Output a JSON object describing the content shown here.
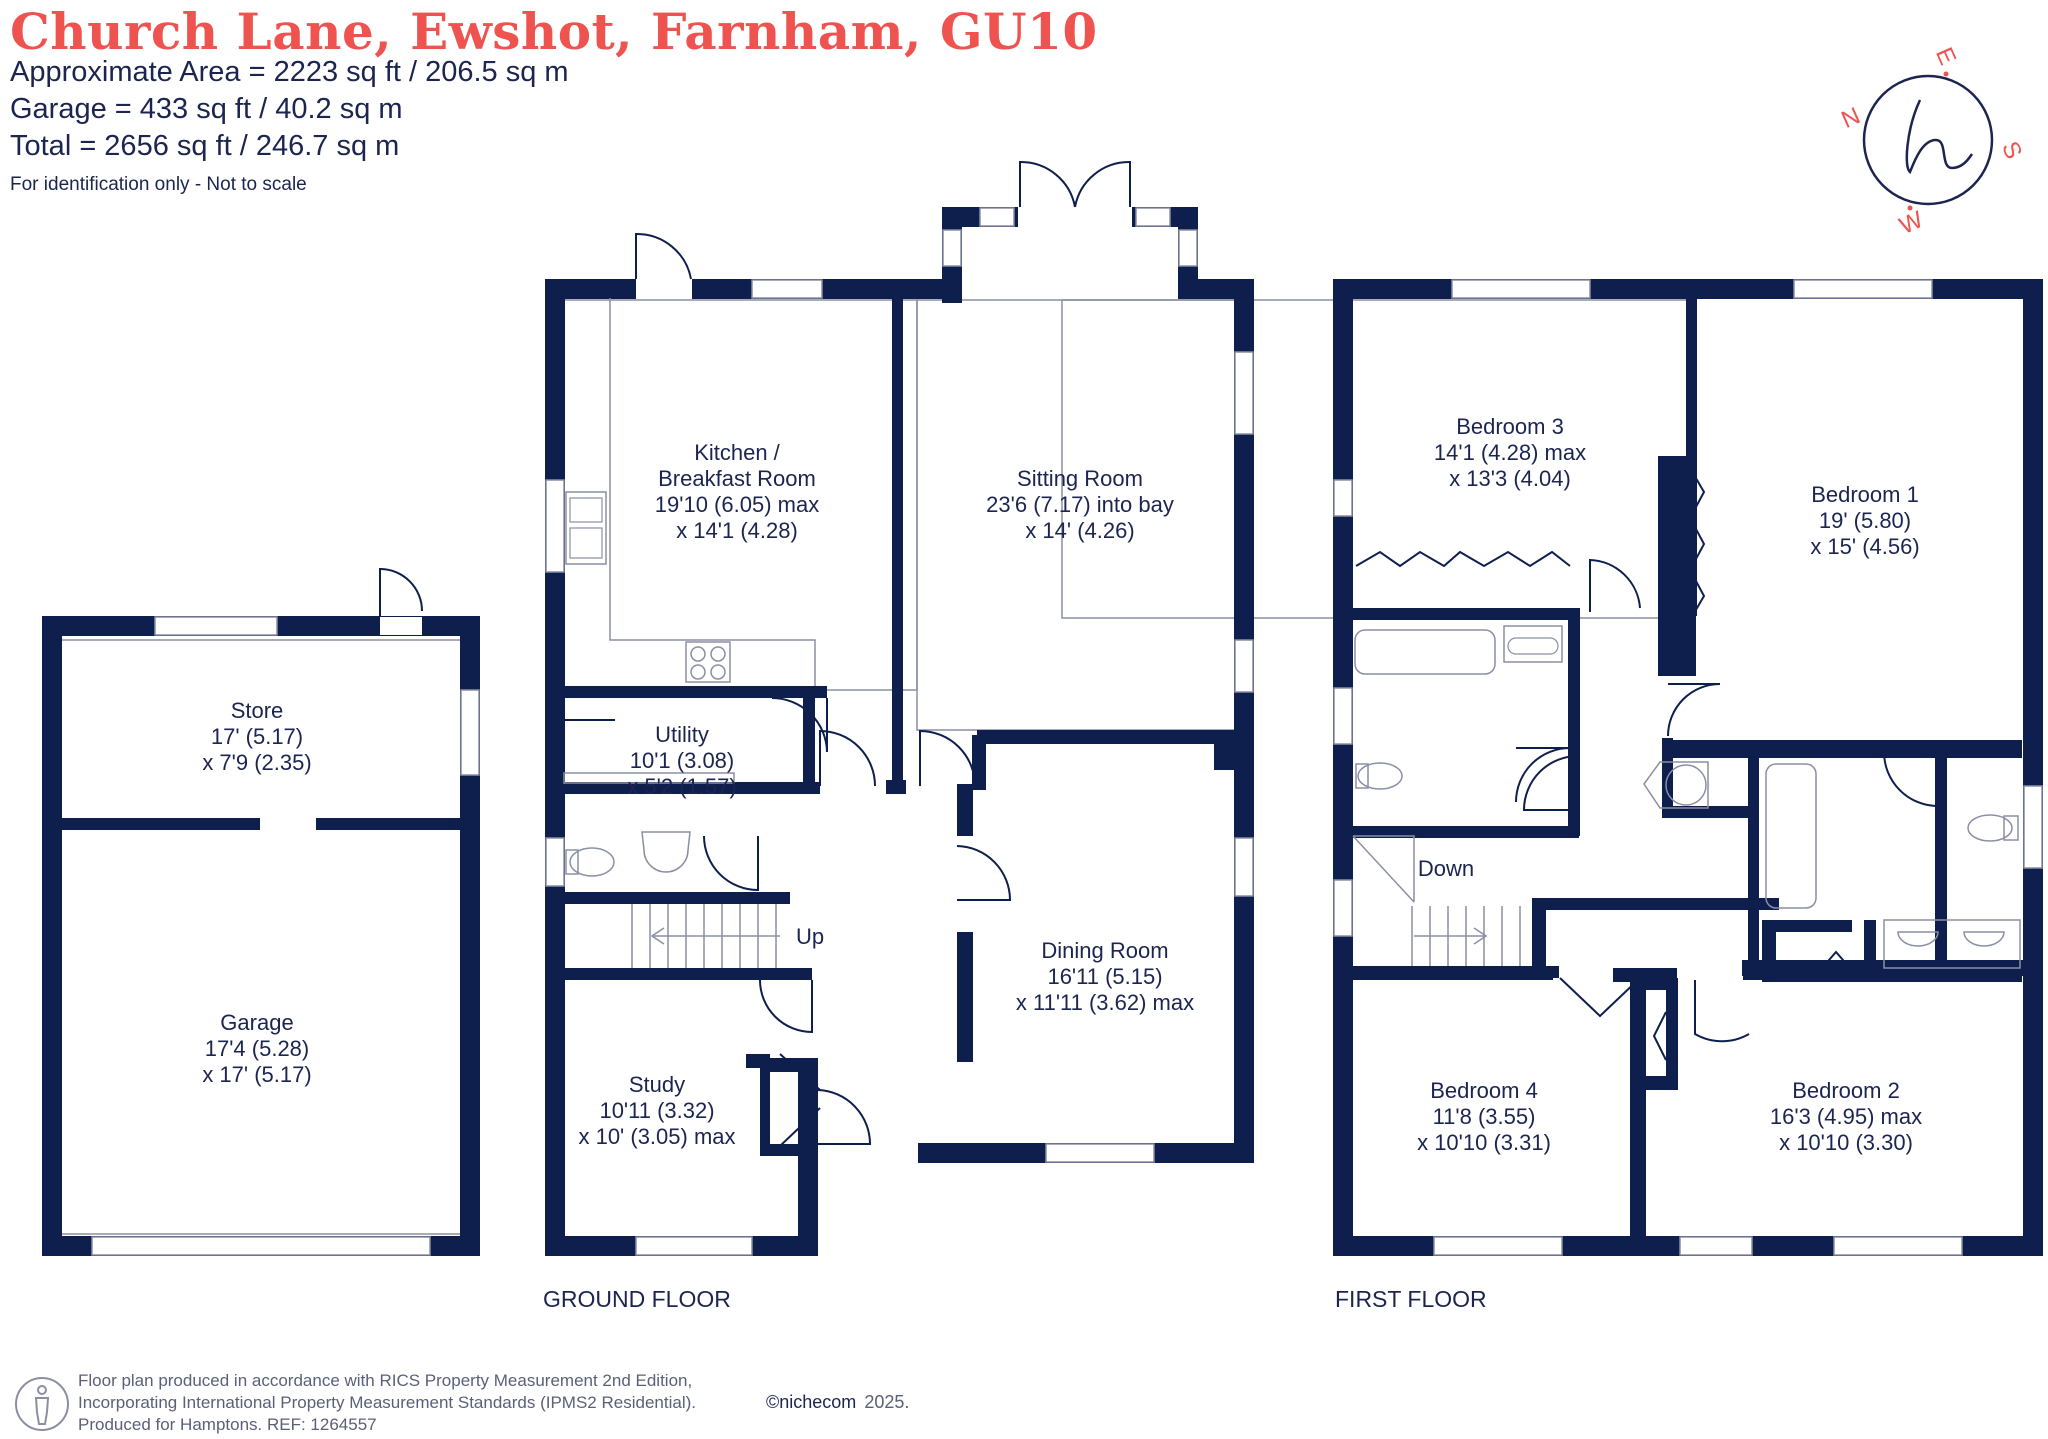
{
  "header": {
    "title": "Church Lane, Ewshot, Farnham, GU10",
    "area_lines": [
      "Approximate Area = 2223 sq ft / 206.5 sq m",
      "Garage = 433 sq ft / 40.2 sq m",
      "Total = 2656 sq ft / 246.7 sq m"
    ],
    "note": "For identification only - Not to scale"
  },
  "compass": {
    "n": "N",
    "e": "E",
    "s": "S",
    "w": "W"
  },
  "floors": {
    "ground": "GROUND FLOOR",
    "first": "FIRST FLOOR"
  },
  "rooms": {
    "store": [
      "Store",
      "17' (5.17)",
      "x 7'9 (2.35)"
    ],
    "garage": [
      "Garage",
      "17'4 (5.28)",
      "x 17' (5.17)"
    ],
    "kitchen": [
      "Kitchen /",
      "Breakfast Room",
      "19'10 (6.05) max",
      "x 14'1 (4.28)"
    ],
    "sitting": [
      "Sitting Room",
      "23'6 (7.17) into bay",
      "x 14' (4.26)"
    ],
    "utility": [
      "Utility",
      "10'1 (3.08)",
      "x 5'2 (1.57)"
    ],
    "dining": [
      "Dining Room",
      "16'11 (5.15)",
      "x 11'11 (3.62) max"
    ],
    "study": [
      "Study",
      "10'11 (3.32)",
      "x 10' (3.05) max"
    ],
    "bedroom3": [
      "Bedroom 3",
      "14'1 (4.28) max",
      "x 13'3 (4.04)"
    ],
    "bedroom1": [
      "Bedroom 1",
      "19' (5.80)",
      "x 15' (4.56)"
    ],
    "bedroom4": [
      "Bedroom 4",
      "11'8 (3.55)",
      "x 10'10 (3.31)"
    ],
    "bedroom2": [
      "Bedroom 2",
      "16'3 (4.95) max",
      "x 10'10 (3.30)"
    ]
  },
  "stairs": {
    "up": "Up",
    "down": "Down"
  },
  "footer": {
    "lines": [
      "Floor plan produced in accordance with RICS Property Measurement 2nd Edition,",
      "Incorporating International Property Measurement Standards (IPMS2 Residential).",
      "Produced for Hamptons.   REF:  1264557"
    ],
    "brand": "©nichecom",
    "year": "2025."
  },
  "colors": {
    "wall": "#0f1f4d",
    "accent": "#ef5350",
    "text": "#1b2550",
    "fixture": "#8a8fa3"
  }
}
